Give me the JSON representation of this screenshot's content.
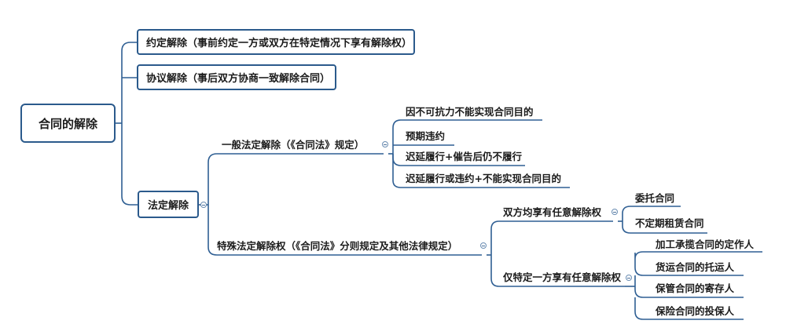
{
  "root": {
    "label": "合同的解除"
  },
  "branches": [
    {
      "label": "约定解除（事前约定一方或双方在特定情况下享有解除权）"
    },
    {
      "label": "协议解除（事后双方协商一致解除合同）"
    },
    {
      "label": "法定解除",
      "children": [
        {
          "label": "一般法定解除（《合同法》规定）",
          "children": [
            {
              "label": "因不可抗力不能实现合同目的"
            },
            {
              "label": "预期违约"
            },
            {
              "label": "迟延履行+催告后仍不履行"
            },
            {
              "label": "迟延履行或违约+不能实现合同目的"
            }
          ]
        },
        {
          "label": "特殊法定解除权（《合同法》分则规定及其他法律规定）",
          "children": [
            {
              "label": "双方均享有任意解除权",
              "children": [
                {
                  "label": "委托合同"
                },
                {
                  "label": "不定期租赁合同"
                }
              ]
            },
            {
              "label": "仅特定一方享有任意解除权",
              "children": [
                {
                  "label": "加工承揽合同的定作人"
                },
                {
                  "label": "货运合同的托运人"
                },
                {
                  "label": "保管合同的寄存人"
                },
                {
                  "label": "保险合同的投保人"
                }
              ]
            }
          ]
        }
      ]
    }
  ]
}
